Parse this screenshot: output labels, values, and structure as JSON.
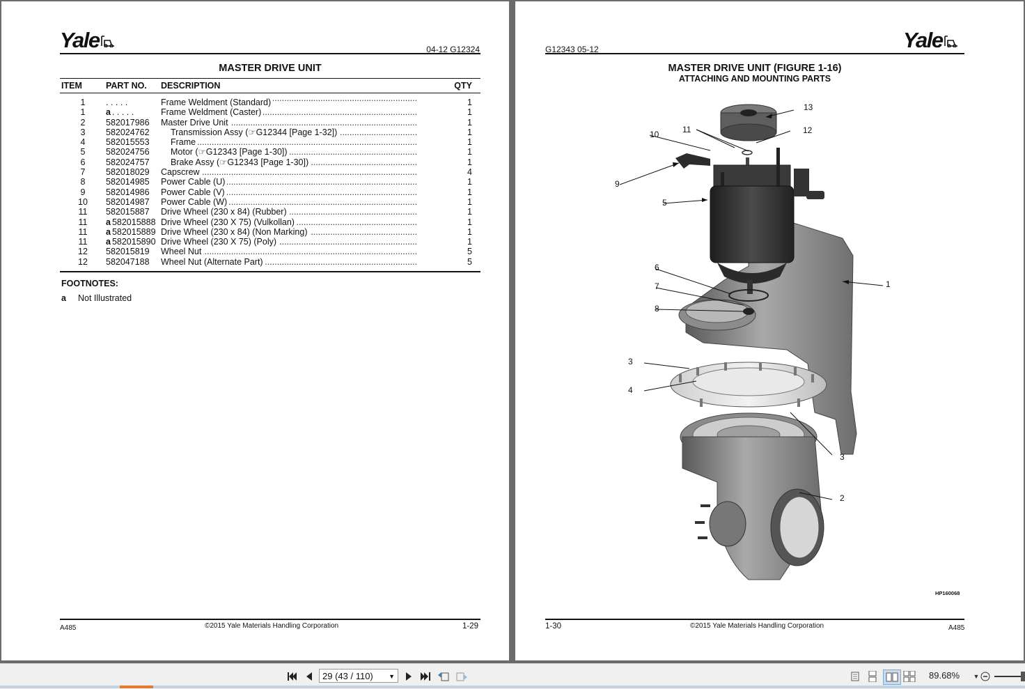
{
  "left_page": {
    "logo": "Yale",
    "header_code": "04-12    G12324",
    "title": "MASTER DRIVE UNIT",
    "columns": [
      "ITEM",
      "PART NO.",
      "DESCRIPTION",
      "QTY"
    ],
    "rows": [
      {
        "item": "1",
        "flag": "",
        "part": ". . . . .",
        "desc": "Frame Weldment (Standard)",
        "indent": false,
        "qty": "1"
      },
      {
        "item": "1",
        "flag": "a",
        "part": ". . . . .",
        "desc": "Frame Weldment (Caster)",
        "indent": false,
        "qty": "1"
      },
      {
        "item": "2",
        "flag": "",
        "part": "582017986",
        "desc": "Master Drive Unit",
        "indent": false,
        "qty": "1"
      },
      {
        "item": "3",
        "flag": "",
        "part": "582024762",
        "desc": "Transmission Assy  (☞G12344 [Page 1-32])",
        "indent": true,
        "qty": "1"
      },
      {
        "item": "4",
        "flag": "",
        "part": "582015553",
        "desc": "Frame",
        "indent": true,
        "qty": "1"
      },
      {
        "item": "5",
        "flag": "",
        "part": "582024756",
        "desc": "Motor  (☞G12343 [Page 1-30])",
        "indent": true,
        "qty": "1"
      },
      {
        "item": "6",
        "flag": "",
        "part": "582024757",
        "desc": "Brake Assy  (☞G12343 [Page 1-30])",
        "indent": true,
        "qty": "1"
      },
      {
        "item": "7",
        "flag": "",
        "part": "582018029",
        "desc": "Capscrew",
        "indent": false,
        "qty": "4"
      },
      {
        "item": "8",
        "flag": "",
        "part": "582014985",
        "desc": "Power Cable (U)",
        "indent": false,
        "qty": "1"
      },
      {
        "item": "9",
        "flag": "",
        "part": "582014986",
        "desc": "Power Cable (V)",
        "indent": false,
        "qty": "1"
      },
      {
        "item": "10",
        "flag": "",
        "part": "582014987",
        "desc": "Power Cable (W)",
        "indent": false,
        "qty": "1"
      },
      {
        "item": "11",
        "flag": "",
        "part": "582015887",
        "desc": "Drive Wheel (230 x 84) (Rubber)",
        "indent": false,
        "qty": "1"
      },
      {
        "item": "11",
        "flag": "a",
        "part": "582015888",
        "desc": "Drive Wheel (230 X 75) (Vulkollan)",
        "indent": false,
        "qty": "1"
      },
      {
        "item": "11",
        "flag": "a",
        "part": "582015889",
        "desc": "Drive Wheel (230 x 84) (Non Marking)",
        "indent": false,
        "qty": "1"
      },
      {
        "item": "11",
        "flag": "a",
        "part": "582015890",
        "desc": "Drive Wheel (230 X 75) (Poly)",
        "indent": false,
        "qty": "1"
      },
      {
        "item": "12",
        "flag": "",
        "part": "582015819",
        "desc": "Wheel Nut",
        "indent": false,
        "qty": "5"
      },
      {
        "item": "12",
        "flag": "",
        "part": "582047188",
        "desc": "Wheel Nut (Alternate Part)",
        "indent": false,
        "qty": "5"
      }
    ],
    "footnotes_title": "FOOTNOTES:",
    "footnote_key": "a",
    "footnote_text": "Not Illustrated",
    "footer_left": "A485",
    "footer_center": "©2015 Yale Materials Handling Corporation",
    "footer_right": "1-29"
  },
  "right_page": {
    "logo": "Yale",
    "header_code": "G12343    05-12",
    "title": "MASTER DRIVE UNIT (FIGURE 1-16)",
    "subtitle": "ATTACHING AND MOUNTING PARTS",
    "callouts": [
      "13",
      "11",
      "12",
      "10",
      "9",
      "5",
      "1",
      "6",
      "7",
      "8",
      "3",
      "4",
      "3",
      "2"
    ],
    "figure_id": "HP160068",
    "footer_left": "1-30",
    "footer_center": "©2015 Yale Materials Handling Corporation",
    "footer_right": "A485"
  },
  "toolbar": {
    "page_field": "29 (43 / 110)",
    "zoom": "89.68%"
  }
}
